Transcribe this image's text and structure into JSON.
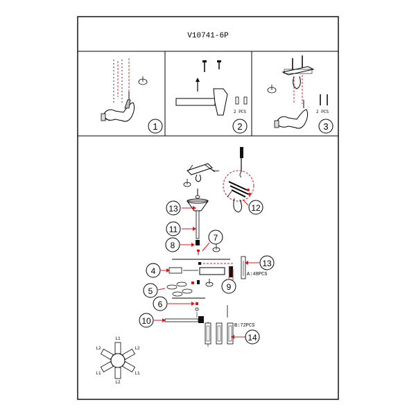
{
  "header": {
    "model": "V10741-6P"
  },
  "steps": [
    {
      "number": "1"
    },
    {
      "number": "2",
      "qty": "2 PCS"
    },
    {
      "number": "3",
      "qty": "2 PCS"
    }
  ],
  "parts": [
    {
      "number": "13"
    },
    {
      "number": "11"
    },
    {
      "number": "8"
    },
    {
      "number": "7"
    },
    {
      "number": "4"
    },
    {
      "number": "5"
    },
    {
      "number": "6"
    },
    {
      "number": "10"
    },
    {
      "number": "12"
    },
    {
      "number": "9"
    },
    {
      "number": "13"
    },
    {
      "number": "14"
    }
  ],
  "labels": {
    "a_count": "A:48PCS",
    "b_count": "B:72PCS"
  },
  "wiring": {
    "labels": [
      "L2",
      "L1",
      "L2",
      "L1",
      "L2",
      "L1"
    ],
    "left": [
      "L2",
      "L1"
    ],
    "right": [
      "L2",
      "L1"
    ],
    "top": "L1",
    "bottom": "L2"
  },
  "colors": {
    "line": "#000000",
    "accent": "#d01818",
    "frame": "#000000"
  }
}
